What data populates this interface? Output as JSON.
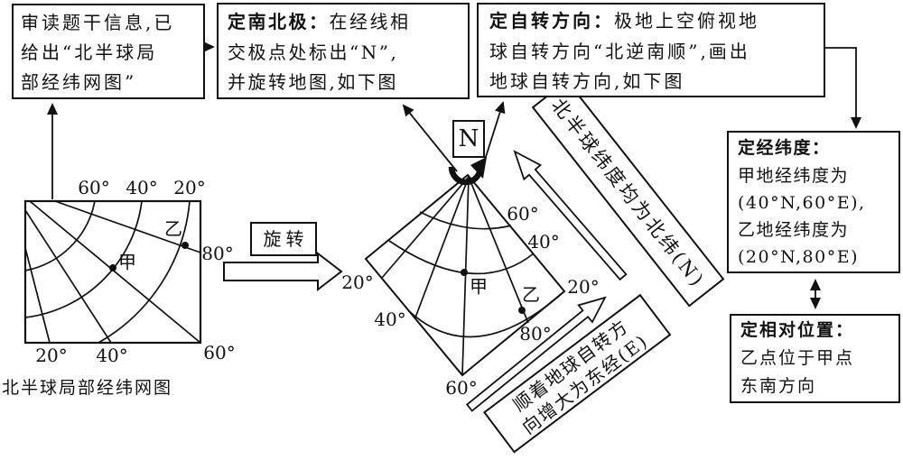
{
  "boxes": {
    "box1": {
      "lines": [
        "审读题干信息,已",
        "给出“北半球局",
        "部经纬网图”"
      ]
    },
    "box2": {
      "title": "定南北极：",
      "line1_rest": "在经线相",
      "lines": [
        "交极点处标出“N”,",
        "并旋转地图,如下图"
      ]
    },
    "box3": {
      "title": "定自转方向：",
      "line1_rest": "极地上空俯视地",
      "lines": [
        "球自转方向“北逆南顺”,画出",
        "地球自转方向,如下图"
      ]
    },
    "box4": {
      "title": "定经纬度：",
      "lines": [
        "甲地经纬度为",
        "(40°N,60°E),",
        "乙地经纬度为",
        "(20°N,80°E)"
      ]
    },
    "box5": {
      "title": "定相对位置：",
      "lines": [
        "乙点位于甲点",
        "东南方向"
      ]
    }
  },
  "connector": {
    "rotate_label": "旋转"
  },
  "banners": {
    "north_lat": "北半球纬度均为北纬(N)",
    "east_lon_line1": "顺着地球自转方",
    "east_lon_line2": "向增大为东经(E)"
  },
  "left_figure": {
    "caption": "北半球局部经纬网图",
    "top_labels": [
      "60°",
      "40°",
      "20°"
    ],
    "right_label": "80°",
    "bottom_labels": [
      "20°",
      "40°",
      "60°"
    ],
    "points": {
      "jia": "甲",
      "yi": "乙"
    }
  },
  "rotated_figure": {
    "pole_label": "N",
    "lat_labels": [
      "60°",
      "40°",
      "20°"
    ],
    "lon_labels": [
      "20°",
      "40°",
      "60°",
      "80°"
    ],
    "points": {
      "jia": "甲",
      "yi": "乙"
    }
  },
  "colors": {
    "ink": "#111111",
    "paper": "#ffffff"
  }
}
